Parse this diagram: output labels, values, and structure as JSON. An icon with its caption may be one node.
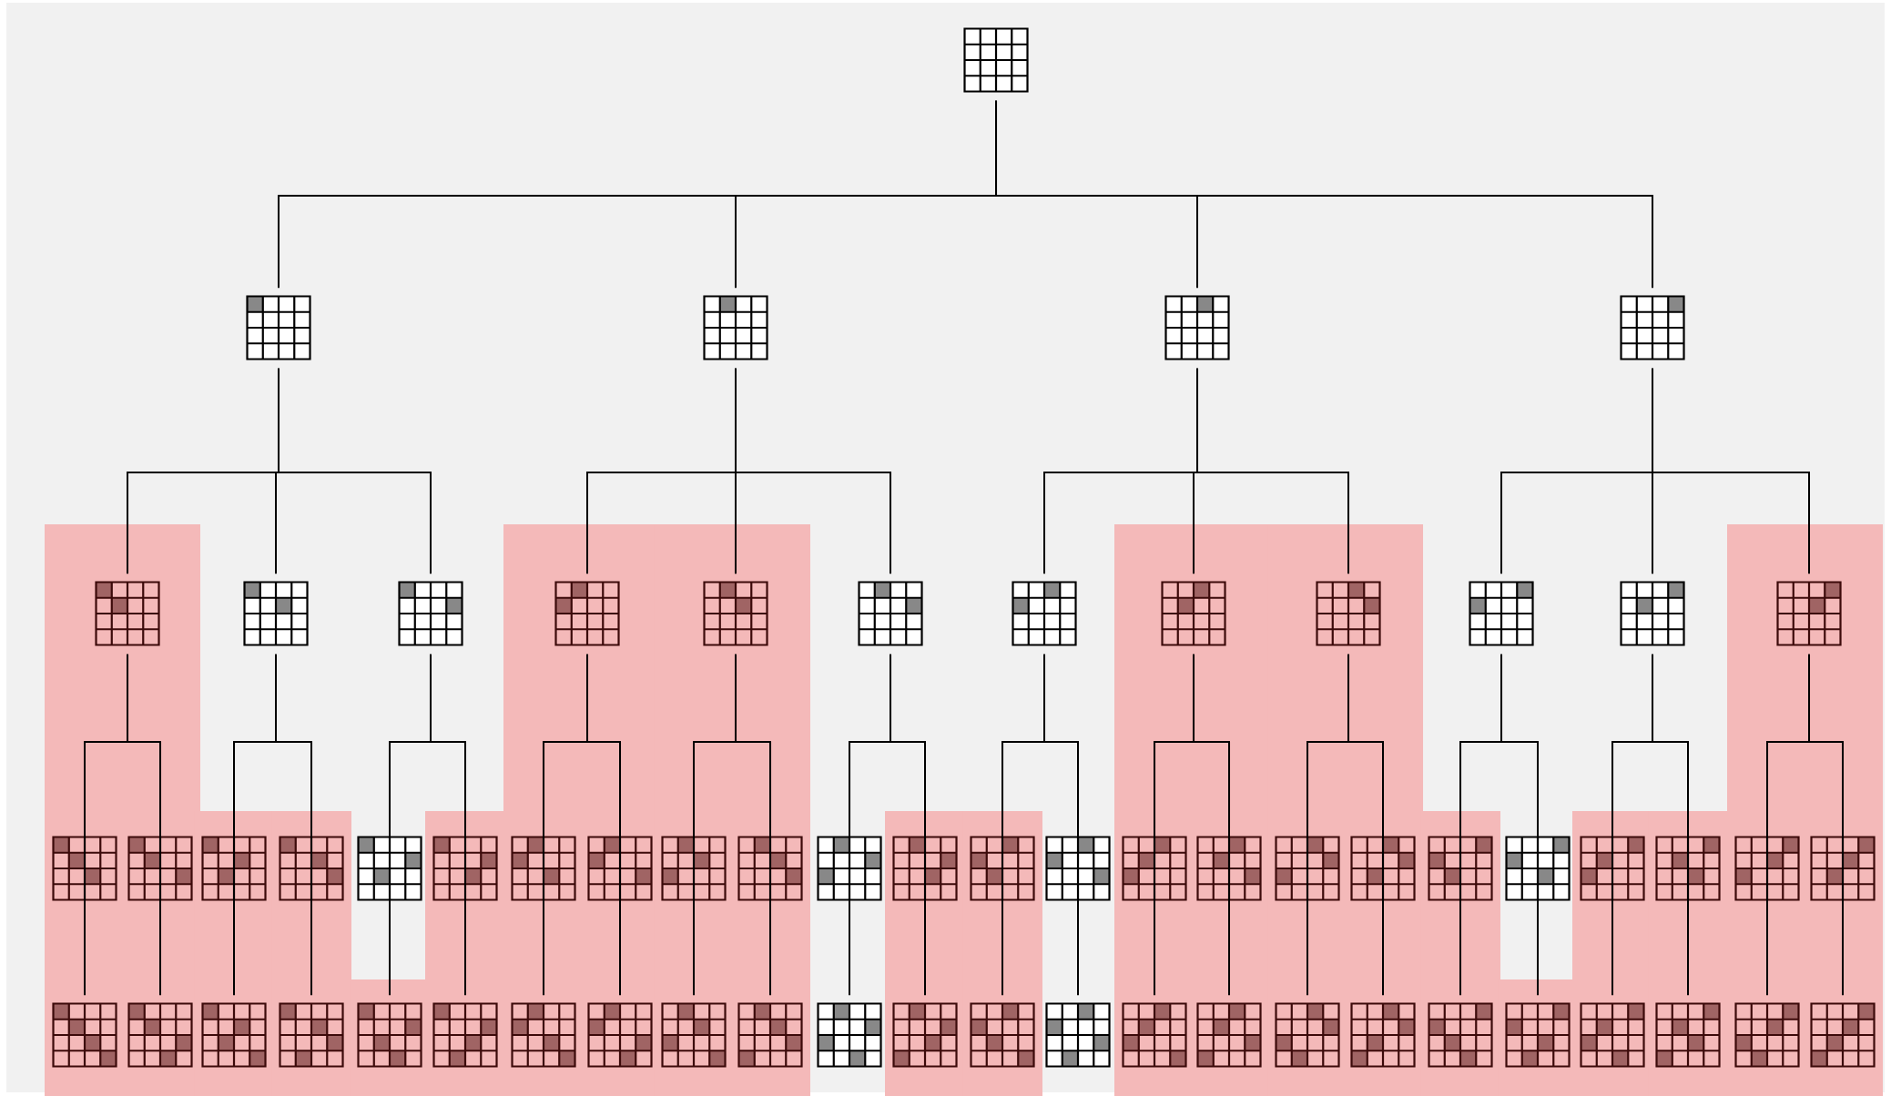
{
  "diagram": {
    "nodes": [
      {
        "text": [],
        "shape": "grid"
      },
      {
        "text": [],
        "shape": "grid"
      },
      {
        "text": [],
        "shape": "grid"
      },
      {
        "text": [],
        "shape": "grid"
      },
      {
        "text": [],
        "shape": "grid"
      },
      {
        "text": [],
        "shape": "grid"
      },
      {
        "text": [],
        "shape": "grid"
      },
      {
        "text": [],
        "shape": "grid"
      },
      {
        "text": [],
        "shape": "grid"
      },
      {
        "text": [],
        "shape": "grid"
      },
      {
        "text": [],
        "shape": "grid"
      },
      {
        "text": [],
        "shape": "grid"
      },
      {
        "text": [],
        "shape": "grid"
      },
      {
        "text": [],
        "shape": "grid"
      },
      {
        "text": [],
        "shape": "grid"
      },
      {
        "text": [],
        "shape": "grid"
      },
      {
        "text": [],
        "shape": "grid"
      },
      {
        "text": [],
        "shape": "grid"
      },
      {
        "text": [],
        "shape": "grid"
      },
      {
        "text": [],
        "shape": "grid"
      },
      {
        "text": [],
        "shape": "grid"
      },
      {
        "text": [],
        "shape": "grid"
      },
      {
        "text": [],
        "shape": "grid"
      },
      {
        "text": [],
        "shape": "grid"
      },
      {
        "text": [],
        "shape": "grid"
      },
      {
        "text": [],
        "shape": "grid"
      },
      {
        "text": [],
        "shape": "grid"
      },
      {
        "text": [],
        "shape": "grid"
      },
      {
        "text": [],
        "shape": "grid"
      },
      {
        "text": [],
        "shape": "grid"
      },
      {
        "text": [],
        "shape": "grid"
      },
      {
        "text": [],
        "shape": "grid"
      },
      {
        "text": [],
        "shape": "grid"
      },
      {
        "text": [],
        "shape": "grid"
      },
      {
        "text": [],
        "shape": "grid"
      },
      {
        "text": [],
        "shape": "grid"
      },
      {
        "text": [],
        "shape": "grid"
      },
      {
        "text": [],
        "shape": "grid"
      },
      {
        "text": [],
        "shape": "grid"
      },
      {
        "text": [],
        "shape": "grid"
      },
      {
        "text": [],
        "shape": "grid"
      },
      {
        "text": [],
        "shape": "grid"
      },
      {
        "text": [],
        "shape": "grid"
      },
      {
        "text": [],
        "shape": "grid"
      },
      {
        "text": [],
        "shape": "grid"
      },
      {
        "text": [],
        "shape": "grid"
      },
      {
        "text": [],
        "shape": "grid"
      },
      {
        "text": [],
        "shape": "grid"
      },
      {
        "text": [],
        "shape": "grid"
      },
      {
        "text": [],
        "shape": "grid"
      },
      {
        "text": [],
        "shape": "grid"
      },
      {
        "text": [],
        "shape": "grid"
      },
      {
        "text": [],
        "shape": "grid"
      },
      {
        "text": [],
        "shape": "grid"
      },
      {
        "text": [],
        "shape": "grid"
      },
      {
        "text": [],
        "shape": "grid"
      },
      {
        "text": [],
        "shape": "grid"
      },
      {
        "text": [],
        "shape": "grid"
      },
      {
        "text": [],
        "shape": "grid"
      },
      {
        "text": [],
        "shape": "grid"
      },
      {
        "text": [],
        "shape": "grid"
      },
      {
        "text": [],
        "shape": "grid"
      },
      {
        "text": [],
        "shape": "grid"
      },
      {
        "text": [],
        "shape": "grid"
      },
      {
        "text": [],
        "shape": "grid"
      }
    ],
    "edges": [
      {
        "from": 0,
        "to": 1,
        "arrow": "none"
      },
      {
        "from": 0,
        "to": 2,
        "arrow": "none"
      },
      {
        "from": 0,
        "to": 3,
        "arrow": "none"
      },
      {
        "from": 0,
        "to": 4,
        "arrow": "none"
      },
      {
        "from": 1,
        "to": 5,
        "arrow": "none"
      },
      {
        "from": 1,
        "to": 6,
        "arrow": "none"
      },
      {
        "from": 1,
        "to": 7,
        "arrow": "none"
      },
      {
        "from": 2,
        "to": 8,
        "arrow": "none"
      },
      {
        "from": 2,
        "to": 9,
        "arrow": "none"
      },
      {
        "from": 2,
        "to": 10,
        "arrow": "none"
      },
      {
        "from": 3,
        "to": 11,
        "arrow": "none"
      },
      {
        "from": 3,
        "to": 12,
        "arrow": "none"
      },
      {
        "from": 3,
        "to": 13,
        "arrow": "none"
      },
      {
        "from": 4,
        "to": 14,
        "arrow": "none"
      },
      {
        "from": 4,
        "to": 15,
        "arrow": "none"
      },
      {
        "from": 4,
        "to": 16,
        "arrow": "none"
      },
      {
        "from": 5,
        "to": 17,
        "arrow": "none"
      },
      {
        "from": 5,
        "to": 18,
        "arrow": "none"
      },
      {
        "from": 6,
        "to": 19,
        "arrow": "none"
      },
      {
        "from": 6,
        "to": 20,
        "arrow": "none"
      },
      {
        "from": 7,
        "to": 21,
        "arrow": "none"
      },
      {
        "from": 7,
        "to": 22,
        "arrow": "none"
      },
      {
        "from": 8,
        "to": 23,
        "arrow": "none"
      },
      {
        "from": 8,
        "to": 24,
        "arrow": "none"
      },
      {
        "from": 9,
        "to": 25,
        "arrow": "none"
      },
      {
        "from": 9,
        "to": 26,
        "arrow": "none"
      },
      {
        "from": 10,
        "to": 27,
        "arrow": "none"
      },
      {
        "from": 10,
        "to": 28,
        "arrow": "none"
      },
      {
        "from": 11,
        "to": 29,
        "arrow": "none"
      },
      {
        "from": 11,
        "to": 30,
        "arrow": "none"
      },
      {
        "from": 12,
        "to": 31,
        "arrow": "none"
      },
      {
        "from": 12,
        "to": 32,
        "arrow": "none"
      },
      {
        "from": 13,
        "to": 33,
        "arrow": "none"
      },
      {
        "from": 13,
        "to": 34,
        "arrow": "none"
      },
      {
        "from": 14,
        "to": 35,
        "arrow": "none"
      },
      {
        "from": 14,
        "to": 36,
        "arrow": "none"
      },
      {
        "from": 15,
        "to": 37,
        "arrow": "none"
      },
      {
        "from": 15,
        "to": 38,
        "arrow": "none"
      },
      {
        "from": 16,
        "to": 39,
        "arrow": "none"
      },
      {
        "from": 16,
        "to": 40,
        "arrow": "none"
      },
      {
        "from": 17,
        "to": 41,
        "arrow": "none"
      },
      {
        "from": 18,
        "to": 42,
        "arrow": "none"
      },
      {
        "from": 19,
        "to": 43,
        "arrow": "none"
      },
      {
        "from": 20,
        "to": 44,
        "arrow": "none"
      },
      {
        "from": 21,
        "to": 45,
        "arrow": "none"
      },
      {
        "from": 22,
        "to": 46,
        "arrow": "none"
      },
      {
        "from": 23,
        "to": 47,
        "arrow": "none"
      },
      {
        "from": 24,
        "to": 48,
        "arrow": "none"
      },
      {
        "from": 25,
        "to": 49,
        "arrow": "none"
      },
      {
        "from": 26,
        "to": 50,
        "arrow": "none"
      },
      {
        "from": 27,
        "to": 51,
        "arrow": "none"
      },
      {
        "from": 28,
        "to": 52,
        "arrow": "none"
      },
      {
        "from": 29,
        "to": 53,
        "arrow": "none"
      },
      {
        "from": 30,
        "to": 54,
        "arrow": "none"
      },
      {
        "from": 31,
        "to": 55,
        "arrow": "none"
      },
      {
        "from": 32,
        "to": 56,
        "arrow": "none"
      },
      {
        "from": 33,
        "to": 57,
        "arrow": "none"
      },
      {
        "from": 34,
        "to": 58,
        "arrow": "none"
      },
      {
        "from": 35,
        "to": 59,
        "arrow": "none"
      },
      {
        "from": 36,
        "to": 60,
        "arrow": "none"
      },
      {
        "from": 37,
        "to": 61,
        "arrow": "none"
      },
      {
        "from": 38,
        "to": 62,
        "arrow": "none"
      },
      {
        "from": 39,
        "to": 63,
        "arrow": "none"
      },
      {
        "from": 40,
        "to": 64,
        "arrow": "none"
      }
    ]
  }
}
